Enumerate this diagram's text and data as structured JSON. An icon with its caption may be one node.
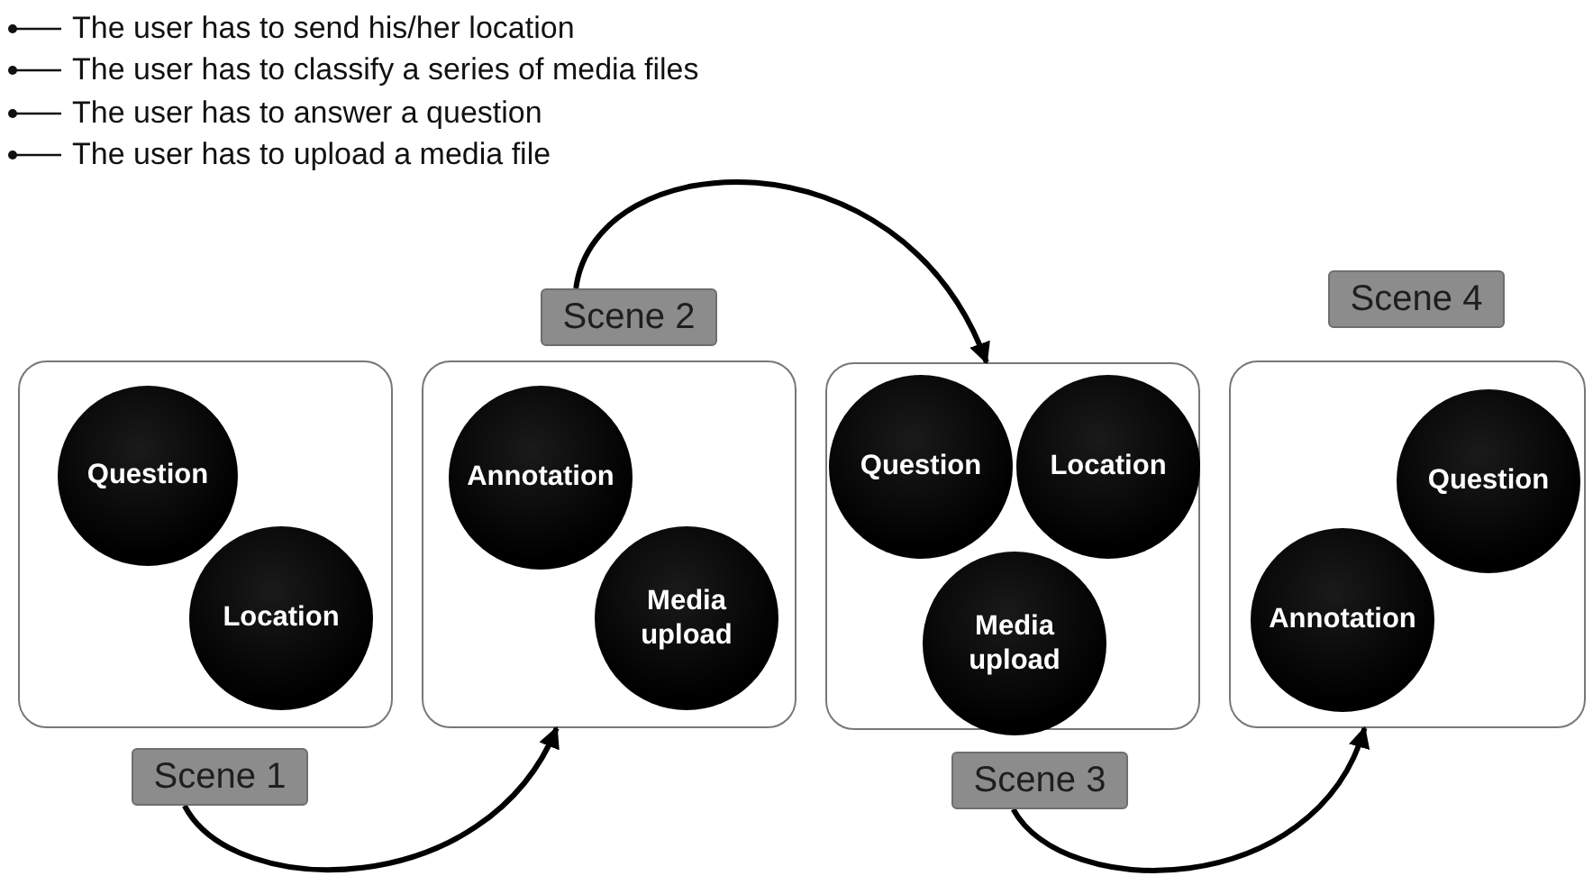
{
  "diagram": {
    "nodes": [
      {
        "text": [],
        "shape": "box"
      },
      {
        "text": [
          "Question"
        ],
        "in": 0
      },
      {
        "text": [
          "Location"
        ],
        "in": 0
      },
      {
        "text": [
          "Scene 1"
        ]
      },
      {
        "text": [
          "Scene 2"
        ]
      },
      {
        "text": [],
        "shape": "box"
      },
      {
        "text": [
          "Annotation"
        ],
        "in": 5
      },
      {
        "text": [
          "Media upload"
        ],
        "in": 5
      },
      {
        "text": [],
        "shape": "box"
      },
      {
        "text": [
          "Question"
        ],
        "in": 8
      },
      {
        "text": [
          "Location"
        ],
        "in": 8
      },
      {
        "text": [
          "Media upload"
        ],
        "in": 8
      },
      {
        "text": [
          "Scene 3"
        ]
      },
      {
        "text": [
          "Scene 4"
        ]
      },
      {
        "text": [],
        "shape": "box"
      },
      {
        "text": [
          "Question"
        ],
        "in": 14
      },
      {
        "text": [
          "Annotation"
        ],
        "in": 14
      }
    ],
    "edges": [
      {
        "from": 3,
        "to": 5,
        "arrow": "to"
      },
      {
        "from": 4,
        "to": 8,
        "arrow": "to"
      },
      {
        "from": 12,
        "to": 14,
        "arrow": "to"
      }
    ],
    "legend": [
      {
        "text": "The user has to send his/her location"
      },
      {
        "text": "The user has to classify a series of media files"
      },
      {
        "text": "The user has to answer a question"
      },
      {
        "text": "The user has to upload a media file"
      }
    ]
  }
}
